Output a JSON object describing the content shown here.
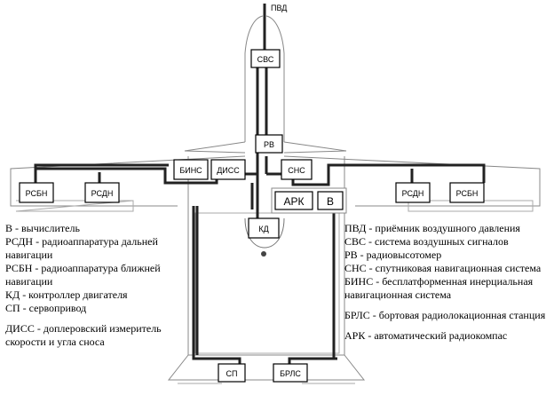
{
  "blocks": {
    "pvd": "ПВД",
    "svs": "СВС",
    "rv": "РВ",
    "bins": "БИНС",
    "diss": "ДИСС",
    "sns": "СНС",
    "rsbn_left": "РСБН",
    "rsdn_left": "РСДН",
    "rsdn_right": "РСДН",
    "rsbn_right": "РСБН",
    "ark": "АРК",
    "v": "В",
    "kd": "КД",
    "sp": "СП",
    "brls": "БРЛС"
  },
  "legend_left": [
    "В - вычислитель",
    "РСДН - радиоаппаратура дальней навигации",
    "РСБН - радиоаппаратура ближней навигации",
    "КД - контроллер двигателя",
    "СП - сервопривод",
    "ДИСС - доплеровский измеритель скорости и угла сноса"
  ],
  "legend_right": [
    "ПВД - приёмник воздушного давления",
    "СВС - система воздушных сигналов",
    "РВ - радиовысотомер",
    "СНС - спутниковая навигационная система",
    "БИНС - бесплатформенная инерциальная навигационная система",
    "БРЛС - бортовая радиолокационная станция",
    "АРК - автоматический радиокомпас"
  ]
}
